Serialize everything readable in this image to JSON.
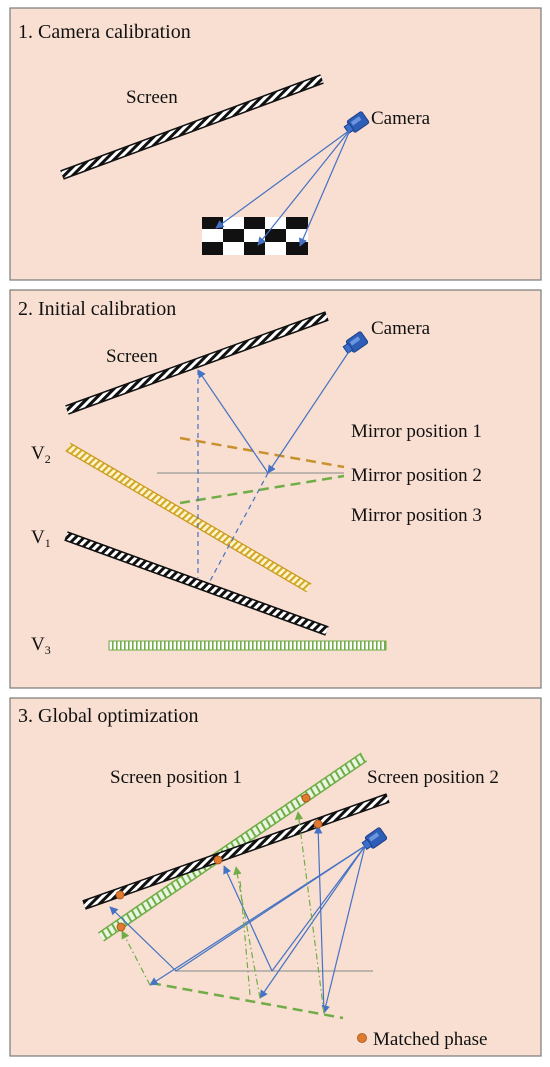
{
  "panels": [
    {
      "title": "1. Camera calibration",
      "labels": {
        "screen": "Screen",
        "camera": "Camera"
      }
    },
    {
      "title": "2. Initial calibration",
      "labels": {
        "screen": "Screen",
        "camera": "Camera",
        "mirror_1": "Mirror position 1",
        "mirror_2": "Mirror position 2",
        "mirror_3": "Mirror position 3",
        "v2": "V",
        "v2_sub": "2",
        "v1": "V",
        "v1_sub": "1",
        "v3": "V",
        "v3_sub": "3"
      }
    },
    {
      "title": "3. Global optimization",
      "labels": {
        "screen_1": "Screen position 1",
        "screen_2": "Screen position 2",
        "legend": "Matched phase"
      }
    }
  ],
  "colors": {
    "panel_fill": "#f8dfd1",
    "panel_border": "#7a7a7a",
    "ray": "#4472c4",
    "mirror_1": "#c9912e",
    "mirror_2": "#9a9a9a",
    "mirror_3": "#70ad47",
    "screen_v2": "#d4a82a",
    "screen_v3": "#70ad47",
    "matched_phase": "#e07a2f"
  },
  "icons": [
    "camera-icon",
    "checkerboard-icon",
    "matched-phase-dot-icon"
  ]
}
